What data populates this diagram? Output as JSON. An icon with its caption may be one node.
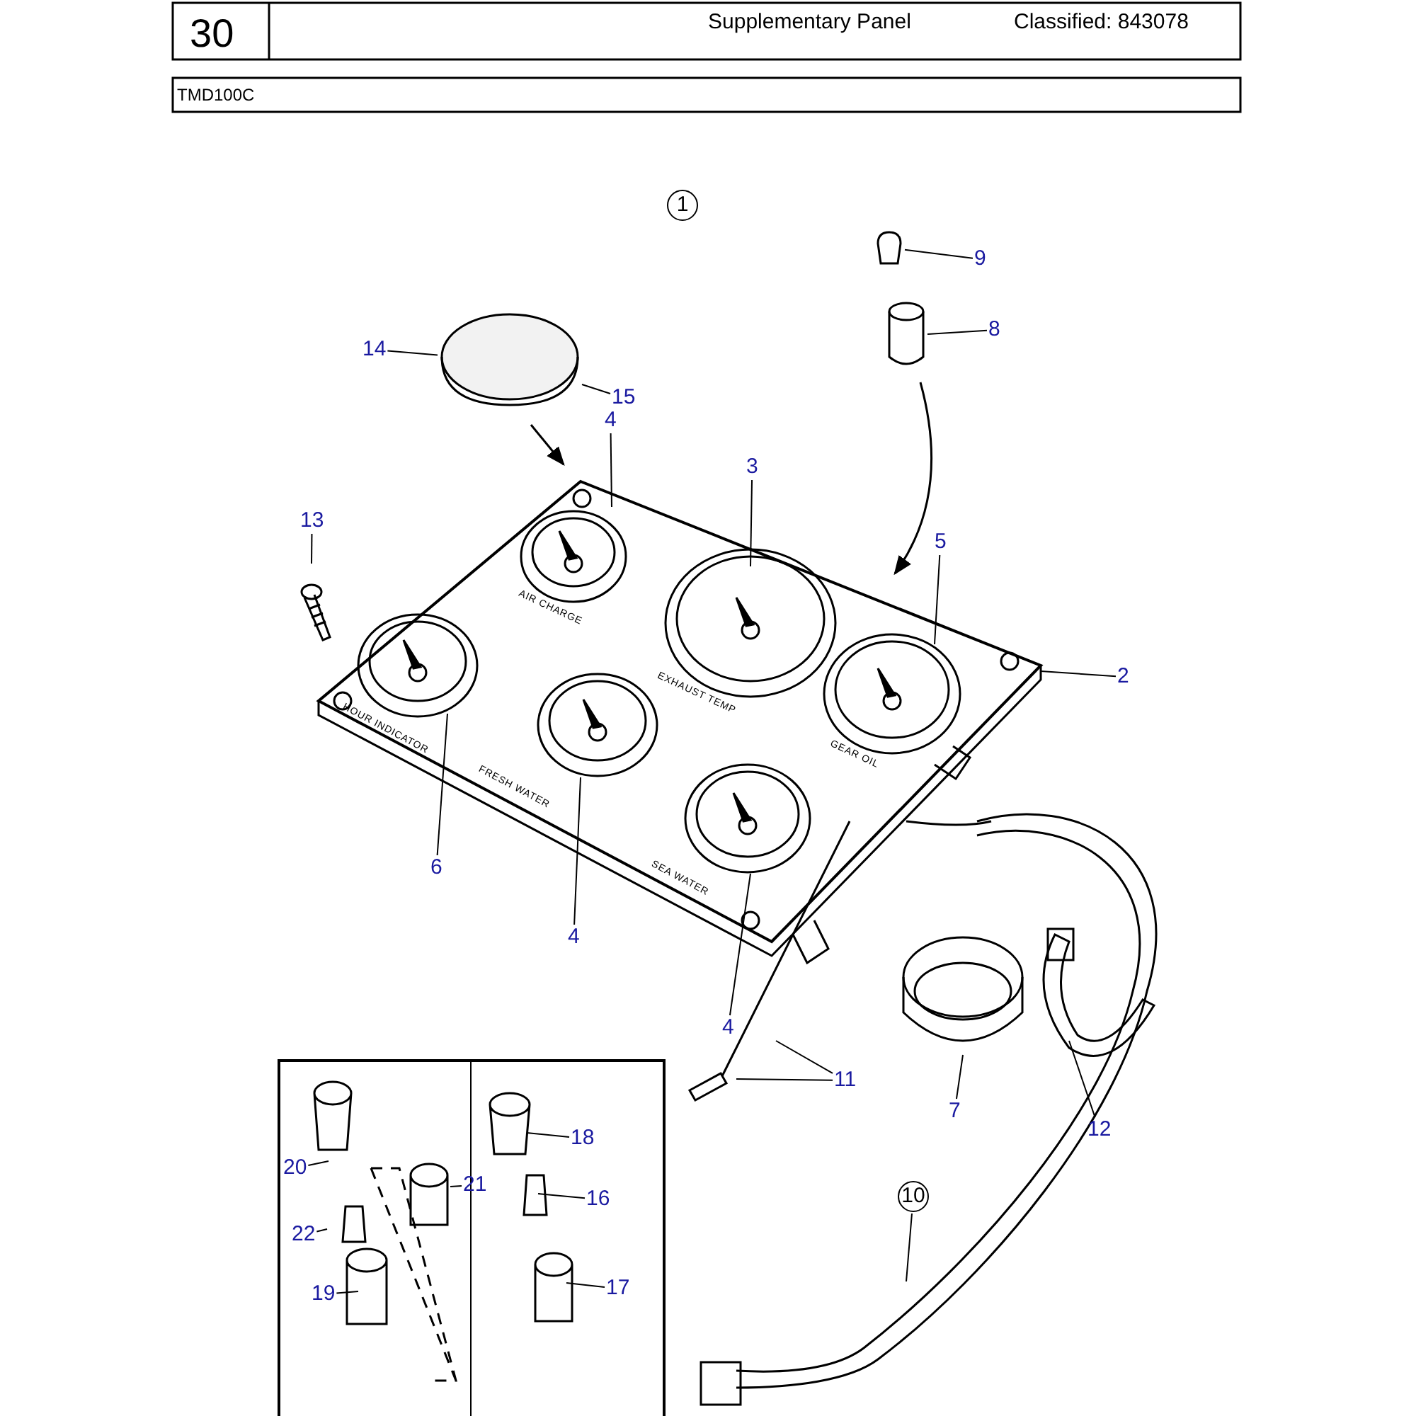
{
  "diagram": {
    "nodes": [
      {
        "text": [
          "1"
        ]
      },
      {
        "text": [
          "9"
        ]
      },
      {
        "text": [
          "14"
        ]
      },
      {
        "text": [
          "8"
        ]
      },
      {
        "text": [
          "15"
        ]
      },
      {
        "text": [
          "4"
        ]
      },
      {
        "text": [
          "3"
        ]
      },
      {
        "text": [
          "13"
        ]
      },
      {
        "text": [
          "5"
        ]
      },
      {
        "text": [
          "2"
        ]
      },
      {
        "text": [
          "6"
        ]
      },
      {
        "text": [
          "4"
        ]
      },
      {
        "text": [
          "4"
        ]
      },
      {
        "text": [
          "11"
        ]
      },
      {
        "text": [
          "7"
        ]
      },
      {
        "text": [
          "12"
        ]
      },
      {
        "text": [],
        "shape": "box"
      },
      {
        "text": [
          "20"
        ],
        "in": 16
      },
      {
        "text": [
          "21"
        ],
        "in": 16
      },
      {
        "text": [
          "22"
        ],
        "in": 16
      },
      {
        "text": [
          "19"
        ],
        "in": 16
      },
      {
        "text": [
          "18"
        ],
        "in": 16
      },
      {
        "text": [
          "16"
        ],
        "in": 16
      },
      {
        "text": [
          "17"
        ],
        "in": 16
      },
      {
        "text": [
          "10"
        ]
      },
      {
        "text": [],
        "shape": "picture"
      },
      {
        "text": [],
        "shape": "picture"
      },
      {
        "text": [],
        "shape": "picture"
      }
    ],
    "edges": [
      {
        "from": 1,
        "to": 25,
        "arrow": "none"
      },
      {
        "from": 2,
        "to": 26,
        "arrow": "none"
      },
      {
        "from": 3,
        "to": 27,
        "arrow": "none"
      },
      {
        "from": 4,
        "to": 26,
        "arrow": "none"
      },
      {
        "from": 5,
        "to": null,
        "arrow": "none"
      },
      {
        "from": 6,
        "to": null,
        "arrow": "none"
      },
      {
        "from": 7,
        "to": null,
        "arrow": "none"
      },
      {
        "from": 8,
        "to": null,
        "arrow": "none"
      },
      {
        "from": 9,
        "to": null,
        "arrow": "none"
      },
      {
        "from": 10,
        "to": null,
        "arrow": "none"
      },
      {
        "from": 11,
        "to": null,
        "arrow": "none"
      },
      {
        "from": 12,
        "to": null,
        "arrow": "none"
      },
      {
        "from": 13,
        "to": null,
        "arrow": "none"
      },
      {
        "from": 13,
        "to": null,
        "arrow": "none"
      },
      {
        "from": 14,
        "to": null,
        "arrow": "none"
      },
      {
        "from": 15,
        "to": null,
        "arrow": "none"
      },
      {
        "from": 17,
        "to": null,
        "arrow": "none"
      },
      {
        "from": 18,
        "to": null,
        "arrow": "none"
      },
      {
        "from": 19,
        "to": null,
        "arrow": "none"
      },
      {
        "from": 20,
        "to": null,
        "arrow": "none"
      },
      {
        "from": 21,
        "to": null,
        "arrow": "none"
      },
      {
        "from": 22,
        "to": null,
        "arrow": "none"
      },
      {
        "from": 23,
        "to": null,
        "arrow": "none"
      },
      {
        "from": 24,
        "to": null,
        "arrow": "none"
      }
    ],
    "labels": [
      "30",
      "Supplementary Panel",
      "Classified: 843078",
      "TMD100C",
      "AIR CHARGE",
      "EXHAUST TEMP",
      "GEAR OIL",
      "HOUR INDICATOR",
      "FRESH WATER",
      "SEA WATER"
    ]
  }
}
